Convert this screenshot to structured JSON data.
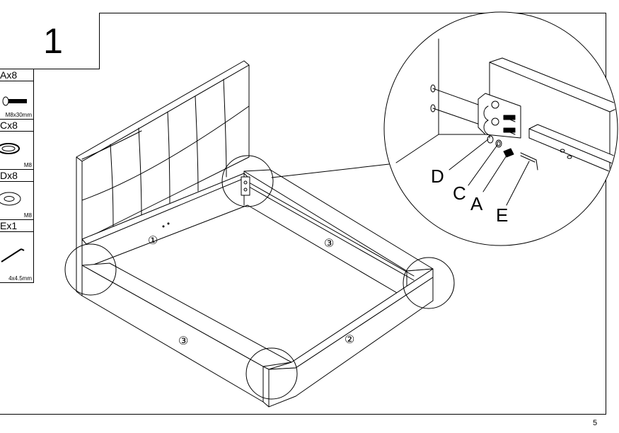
{
  "step": {
    "number": "1"
  },
  "parts": [
    {
      "id": "A",
      "label": "Ax8",
      "size": "M8x30mm",
      "icon": "bolt-icon"
    },
    {
      "id": "C",
      "label": "Cx8",
      "size": "M8",
      "icon": "spring-washer-icon"
    },
    {
      "id": "D",
      "label": "Dx8",
      "size": "M8",
      "icon": "flat-washer-icon"
    },
    {
      "id": "E",
      "label": "Ex1",
      "size": "4x4.5mm",
      "icon": "allen-key-icon"
    }
  ],
  "callouts": [
    "D",
    "C",
    "A",
    "E"
  ],
  "panels": {
    "headboard_rail": "①",
    "side_rail_back": "③",
    "side_rail_front": "③",
    "foot_rail": "②"
  },
  "page": {
    "number": "5"
  }
}
